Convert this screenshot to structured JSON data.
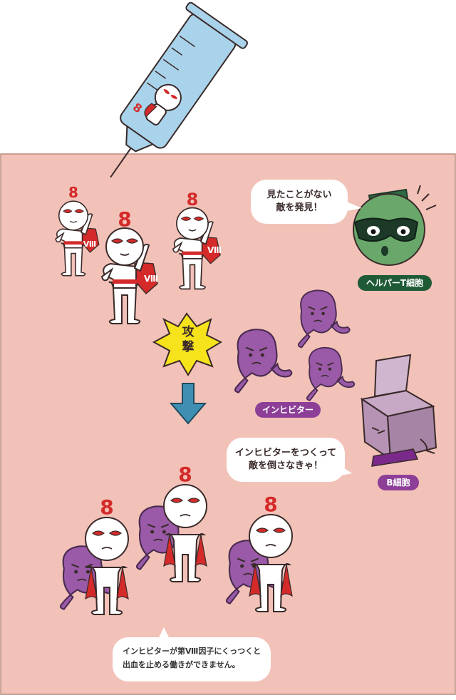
{
  "colors": {
    "panel_bg": "#f2c2b8",
    "panel_border": "#b98c7e",
    "hero_red": "#d42a2a",
    "inhibitor_purple": "#9a5aa8",
    "helper_green": "#69a86a",
    "helper_label_bg": "#1f5a37",
    "inhibitor_label_bg": "#8d3f98",
    "b_cell_label_bg": "#8d3f98",
    "arrow_blue": "#3f8fb3",
    "attack_yellow": "#f6e31c",
    "syringe_blue": "#a9d3ea"
  },
  "icons": {
    "syringe": "syringe-icon",
    "hero": "factor-viii-hero-icon",
    "helper": "helper-t-cell-icon",
    "inhibitor": "inhibitor-icon",
    "b_cell": "b-cell-icon",
    "down_arrow": "down-arrow-icon",
    "burst": "attack-burst-icon"
  },
  "labels": {
    "syringe_numeral": "8",
    "hero_numeral": "8",
    "cape_mark": "Ⅷ",
    "helper_speech": [
      "見たことがない",
      "敵を発見！"
    ],
    "helper_name": "ヘルパーT細胞",
    "attack": [
      "攻",
      "撃"
    ],
    "inhibitor_name": "インヒビター",
    "b_cell_speech": [
      "インヒビターをつくって",
      "敵を倒さなきゃ！"
    ],
    "b_cell_name": "B細胞",
    "note": [
      "インヒビターが第Ⅷ因子にくっつくと",
      "出血を止める働きができません。"
    ]
  }
}
